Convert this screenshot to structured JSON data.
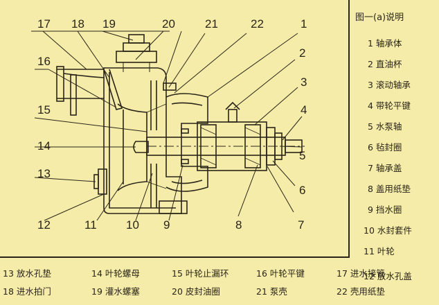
{
  "callout_numbers": [
    "17",
    "18",
    "19",
    "20",
    "21",
    "22",
    "1",
    "2",
    "3",
    "4",
    "5",
    "6",
    "7",
    "8",
    "9",
    "10",
    "11",
    "12",
    "13",
    "14",
    "15",
    "16"
  ],
  "legend_title": "图一(a)说明",
  "legend_items": [
    "1 轴承体",
    "2 直油杯",
    "3 滚动轴承",
    "4 带轮平键",
    "5 水泵轴",
    "6 毡封圈",
    "7 轴承盖",
    "8 盖用纸垫",
    "9 挡水圈",
    "10 水封套件",
    "11 叶轮",
    "12 放水孔盖"
  ],
  "bottom_items": [
    "13 放水孔垫",
    "14 叶轮螺母",
    "15 叶轮止漏环",
    "16 叶轮平键",
    "17 进水接管",
    "18 进水拍门",
    "19 灌水螺塞",
    "20 皮封油圈",
    "21 泵壳",
    "22 壳用纸垫"
  ],
  "colors": {
    "paper": "#f4eca8",
    "ink": "#2a2418"
  }
}
